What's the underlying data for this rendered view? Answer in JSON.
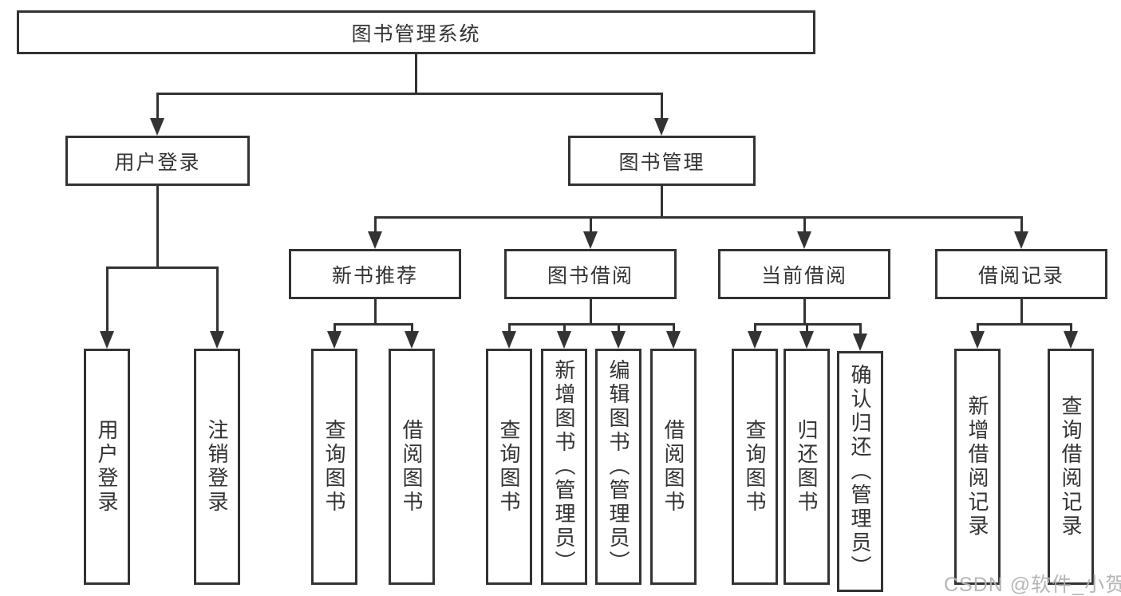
{
  "tree": {
    "root": {
      "label": "图书管理系统"
    },
    "level2": [
      {
        "label": "用户登录"
      },
      {
        "label": "图书管理"
      }
    ],
    "level3": [
      {
        "label": "新书推荐"
      },
      {
        "label": "图书借阅"
      },
      {
        "label": "当前借阅"
      },
      {
        "label": "借阅记录"
      }
    ],
    "leaves": {
      "user_login": [
        "用户登录",
        "注销登录"
      ],
      "new_book": [
        "查询图书",
        "借阅图书"
      ],
      "book_borrow": [
        "查询图书",
        "新增图书（管理员）",
        "编辑图书（管理员）",
        "借阅图书"
      ],
      "current_borrow": [
        "查询图书",
        "归还图书",
        "确认归还（管理员）"
      ],
      "borrow_record": [
        "新增借阅记录",
        "查询借阅记录"
      ]
    }
  },
  "watermark": {
    "text": "CSDN @软件_小贺同学"
  },
  "colors": {
    "line": "#333333",
    "text": "#333333",
    "background": "#ffffff",
    "watermark": "#b2b2b2"
  }
}
